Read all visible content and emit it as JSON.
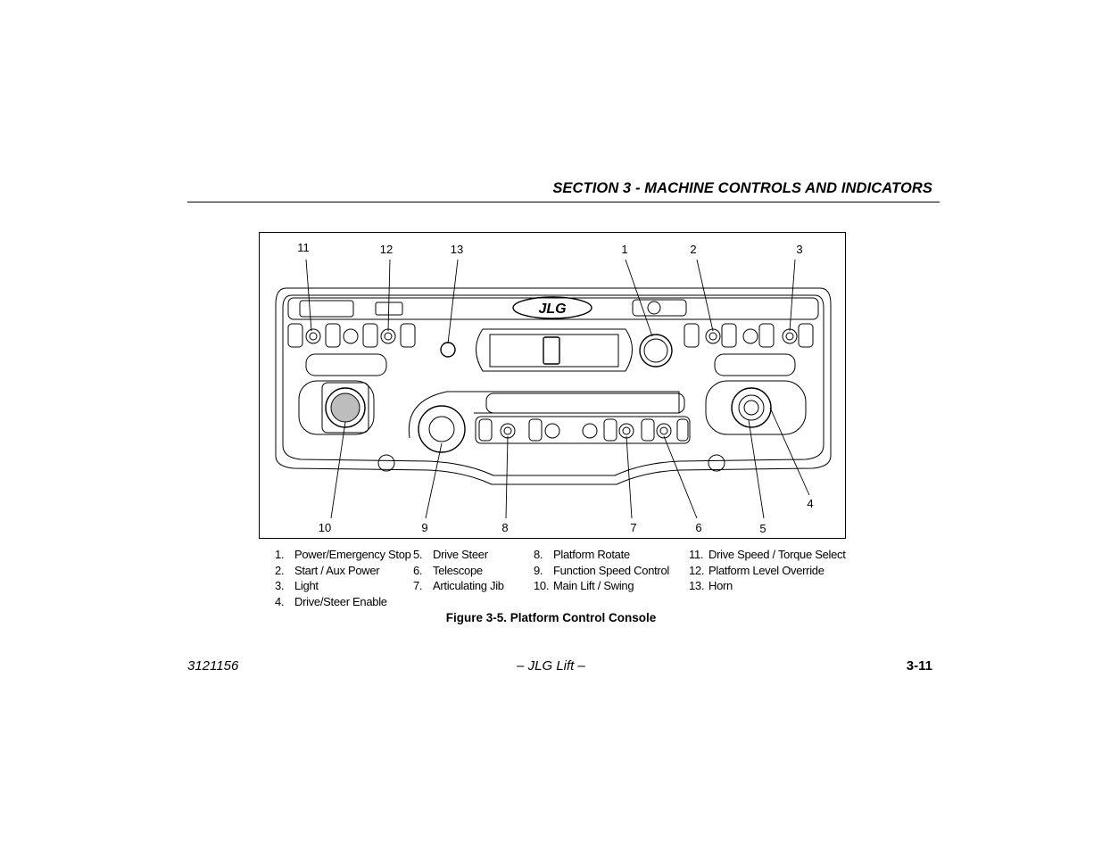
{
  "header": {
    "section_title": "SECTION 3 - MACHINE CONTROLS AND INDICATORS"
  },
  "figure": {
    "logo_text": "JLG",
    "callouts": [
      "11",
      "12",
      "13",
      "1",
      "2",
      "3",
      "10",
      "9",
      "8",
      "7",
      "6",
      "5",
      "4"
    ],
    "legend_columns": [
      [
        {
          "num": "1.",
          "label": "Power/Emergency Stop"
        },
        {
          "num": "2.",
          "label": "Start / Aux Power"
        },
        {
          "num": "3.",
          "label": "Light"
        },
        {
          "num": "4.",
          "label": "Drive/Steer Enable"
        }
      ],
      [
        {
          "num": "5.",
          "label": "Drive Steer"
        },
        {
          "num": "6.",
          "label": "Telescope"
        },
        {
          "num": "7.",
          "label": "Articulating Jib"
        }
      ],
      [
        {
          "num": "8.",
          "label": "Platform Rotate"
        },
        {
          "num": "9.",
          "label": "Function Speed Control"
        },
        {
          "num": "10.",
          "label": "Main Lift / Swing"
        }
      ],
      [
        {
          "num": "11.",
          "label": "Drive Speed / Torque Select"
        },
        {
          "num": "12.",
          "label": "Platform Level Override"
        },
        {
          "num": "13.",
          "label": "Horn"
        }
      ]
    ],
    "caption": "Figure 3-5. Platform Control Console"
  },
  "footer": {
    "doc_number": "3121156",
    "center": "– JLG Lift –",
    "page": "3-11"
  }
}
